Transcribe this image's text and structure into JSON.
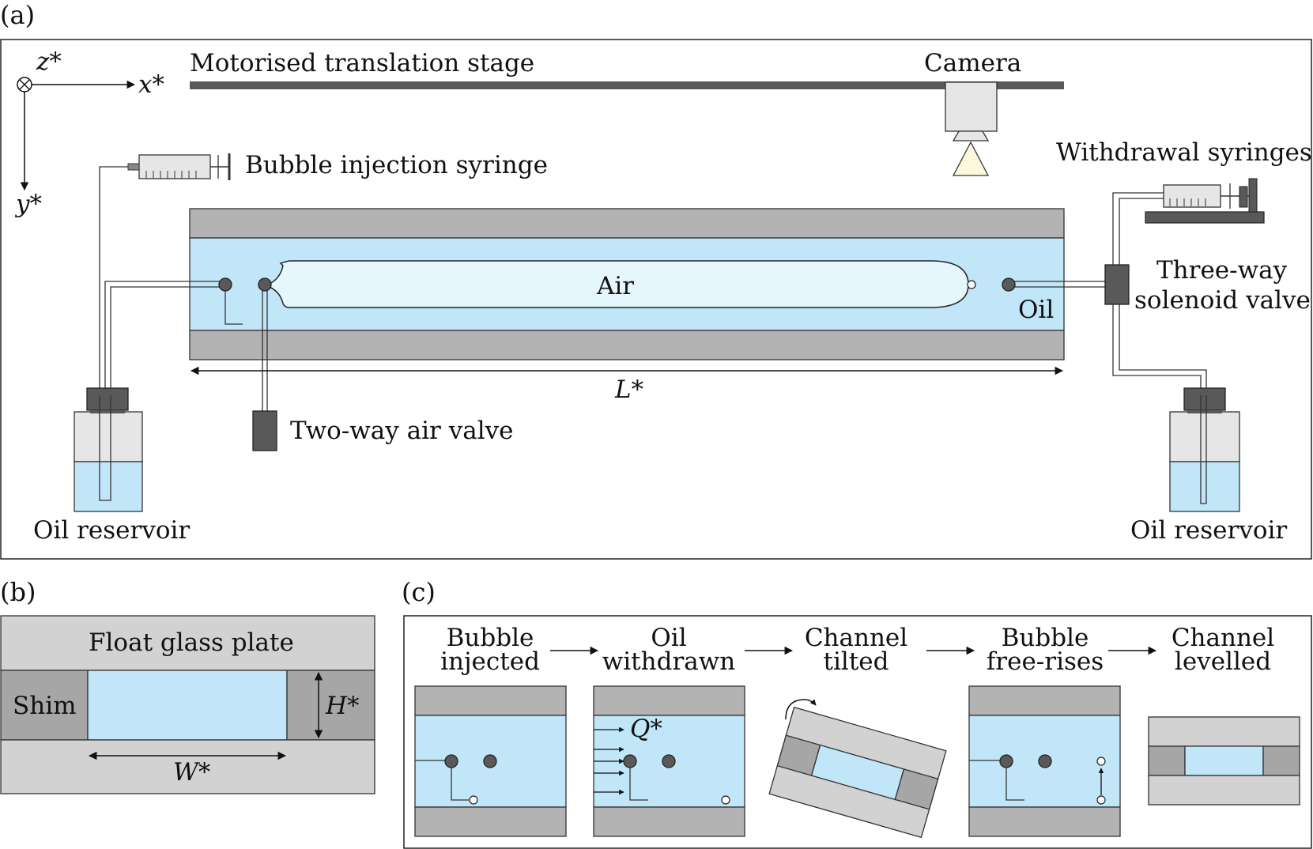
{
  "panel_a": {
    "label": "(a)",
    "stage_label": "Motorised translation stage",
    "camera_label": "Camera",
    "axis_z": "z*",
    "axis_x": "x*",
    "axis_y": "y*",
    "bubble_syringe_label": "Bubble injection syringe",
    "withdrawal_label": "Withdrawal syringes",
    "three_way_label_1": "Three-way",
    "three_way_label_2": "solenoid valve",
    "air_label": "Air",
    "oil_label": "Oil",
    "length_label": "L*",
    "two_way_label": "Two-way air valve",
    "reservoir_left_label": "Oil reservoir",
    "reservoir_right_label": "Oil reservoir"
  },
  "panel_b": {
    "label": "(b)",
    "plate_label": "Float glass plate",
    "shim_label": "Shim",
    "height_label": "H*",
    "width_label": "W*"
  },
  "panel_c": {
    "label": "(c)",
    "steps": [
      {
        "line1": "Bubble",
        "line2": "injected"
      },
      {
        "line1": "Oil",
        "line2": "withdrawn"
      },
      {
        "line1": "Channel",
        "line2": "tilted"
      },
      {
        "line1": "Bubble",
        "line2": "free-rises"
      },
      {
        "line1": "Channel",
        "line2": "levelled"
      }
    ],
    "flow_label": "Q*"
  },
  "colors": {
    "oil": "#c0e6f8",
    "glass": "#b3b3b3",
    "glass_light": "#d2d2d2",
    "shim": "#a6a6a6",
    "dark": "#595959",
    "light_gray": "#e6e6e6",
    "camera_light": "#fdf8dc",
    "air": "#e6f6fd"
  }
}
